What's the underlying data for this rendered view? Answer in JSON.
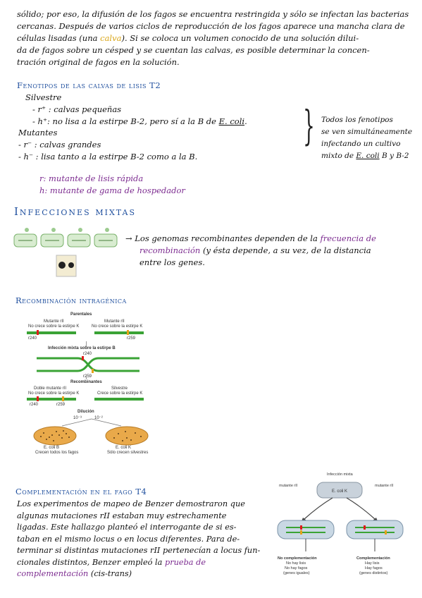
{
  "intro": {
    "line1": "sólido; por eso, la difusión de los fagos se encuentra restringida y sólo se infectan las bacterias",
    "line2": "cercanas. Después de varios ciclos de reproducción de los fagos aparece una mancha clara de",
    "line3a": "células lisadas (una ",
    "line3b": "calva",
    "line3c": "). Si se coloca un volumen conocido de una solución dilui-",
    "line4": "da de fagos sobre un césped y se cuentan las calvas, es posible determinar la concen-",
    "line5": "tración original de fagos en la solución."
  },
  "fenotipos": {
    "title": "Fenotipos de las calvas de lisis T2",
    "silvestre": "Silvestre",
    "r_plus": "- r⁺ : calvas pequeñas",
    "h_plus_a": "- h⁺: no lisa a la estirpe B-2, pero sí a la B de ",
    "h_plus_b": "E. coli",
    "h_plus_c": ".",
    "mutantes": "Mutantes",
    "r_minus": "- r⁻ : calvas grandes",
    "h_minus": "- h⁻ : lisa tanto a la estirpe B-2 como a la B.",
    "note1": "Todos los fenotipos",
    "note2": "se ven simultáneamente",
    "note3": "infectando un cultivo",
    "note4a": "mixto de ",
    "note4b": "E. coli",
    "note4c": " B y B-2",
    "def_r": "r: mutante de lisis rápida",
    "def_h": "h: mutante de gama de hospedador"
  },
  "mixtas": {
    "title": "Infecciones mixtas",
    "text1a": "→ Los genomas recombinantes dependen de la ",
    "text1b": "frecuencia de",
    "text2a": "recombinación",
    "text2b": " (y ésta depende, a su vez, de la distancia",
    "text3": "entre los genes."
  },
  "recomb": {
    "title": "Recombinación intragénica",
    "fig": {
      "parentales": "Parentales",
      "mut_a": "Mutante rII",
      "mut_a2": "No crece sobre la estirpe K",
      "mut_b": "Mutante rII",
      "mut_b2": "No crece sobre la estirpe K",
      "r240": "r240",
      "r259": "r259",
      "infeccion": "Infección mixta sobre la estirpe B",
      "r240b": "r240",
      "r259b": "r259",
      "recombinantes": "Recombinantes",
      "doble": "Doble mutante rII",
      "doble2": "No crece sobre la estirpe K",
      "silv": "Silvestre",
      "silv2": "Crece sobre la estirpe K",
      "r240c": "r240",
      "r259c": "r259",
      "dilucion": "Dilución",
      "d1": "10⁻³",
      "d2": "10⁻²",
      "ecb": "E. coli B",
      "ecb2": "Crecen todos los fagos",
      "eck": "E. coli K",
      "eck2": "Sólo crecen silvestres"
    }
  },
  "complement": {
    "title": "Complementación en el fago T4",
    "l1": "Los experimentos de mapeo de Benzer demostraron que",
    "l2": "algunas mutaciones rII estaban muy estrechamente",
    "l3": "ligadas. Este hallazgo planteó el interrogante de si es-",
    "l4": "taban en el mismo locus o en locus diferentes. Para de-",
    "l5": "terminar si distintas mutaciones rII pertenecían a locus fun-",
    "l6a": "cionales distintos, Benzer empleó la ",
    "l6b": "prueba de",
    "l7a": "complementación",
    "l7b": " (cis-trans)",
    "fig": {
      "infeccion": "Infección mixta",
      "mut1": "mutante rII",
      "mut2": "mutante rII",
      "ecolik": "E. coli K",
      "no_comp": "No complementación",
      "no_comp2": "No hay lisis",
      "no_comp3": "No hay fagos",
      "no_comp4": "(genes iguales)",
      "comp": "Complementación",
      "comp2": "Hay lisis",
      "comp3": "Hay fagos",
      "comp4": "(genes distintos)"
    }
  }
}
